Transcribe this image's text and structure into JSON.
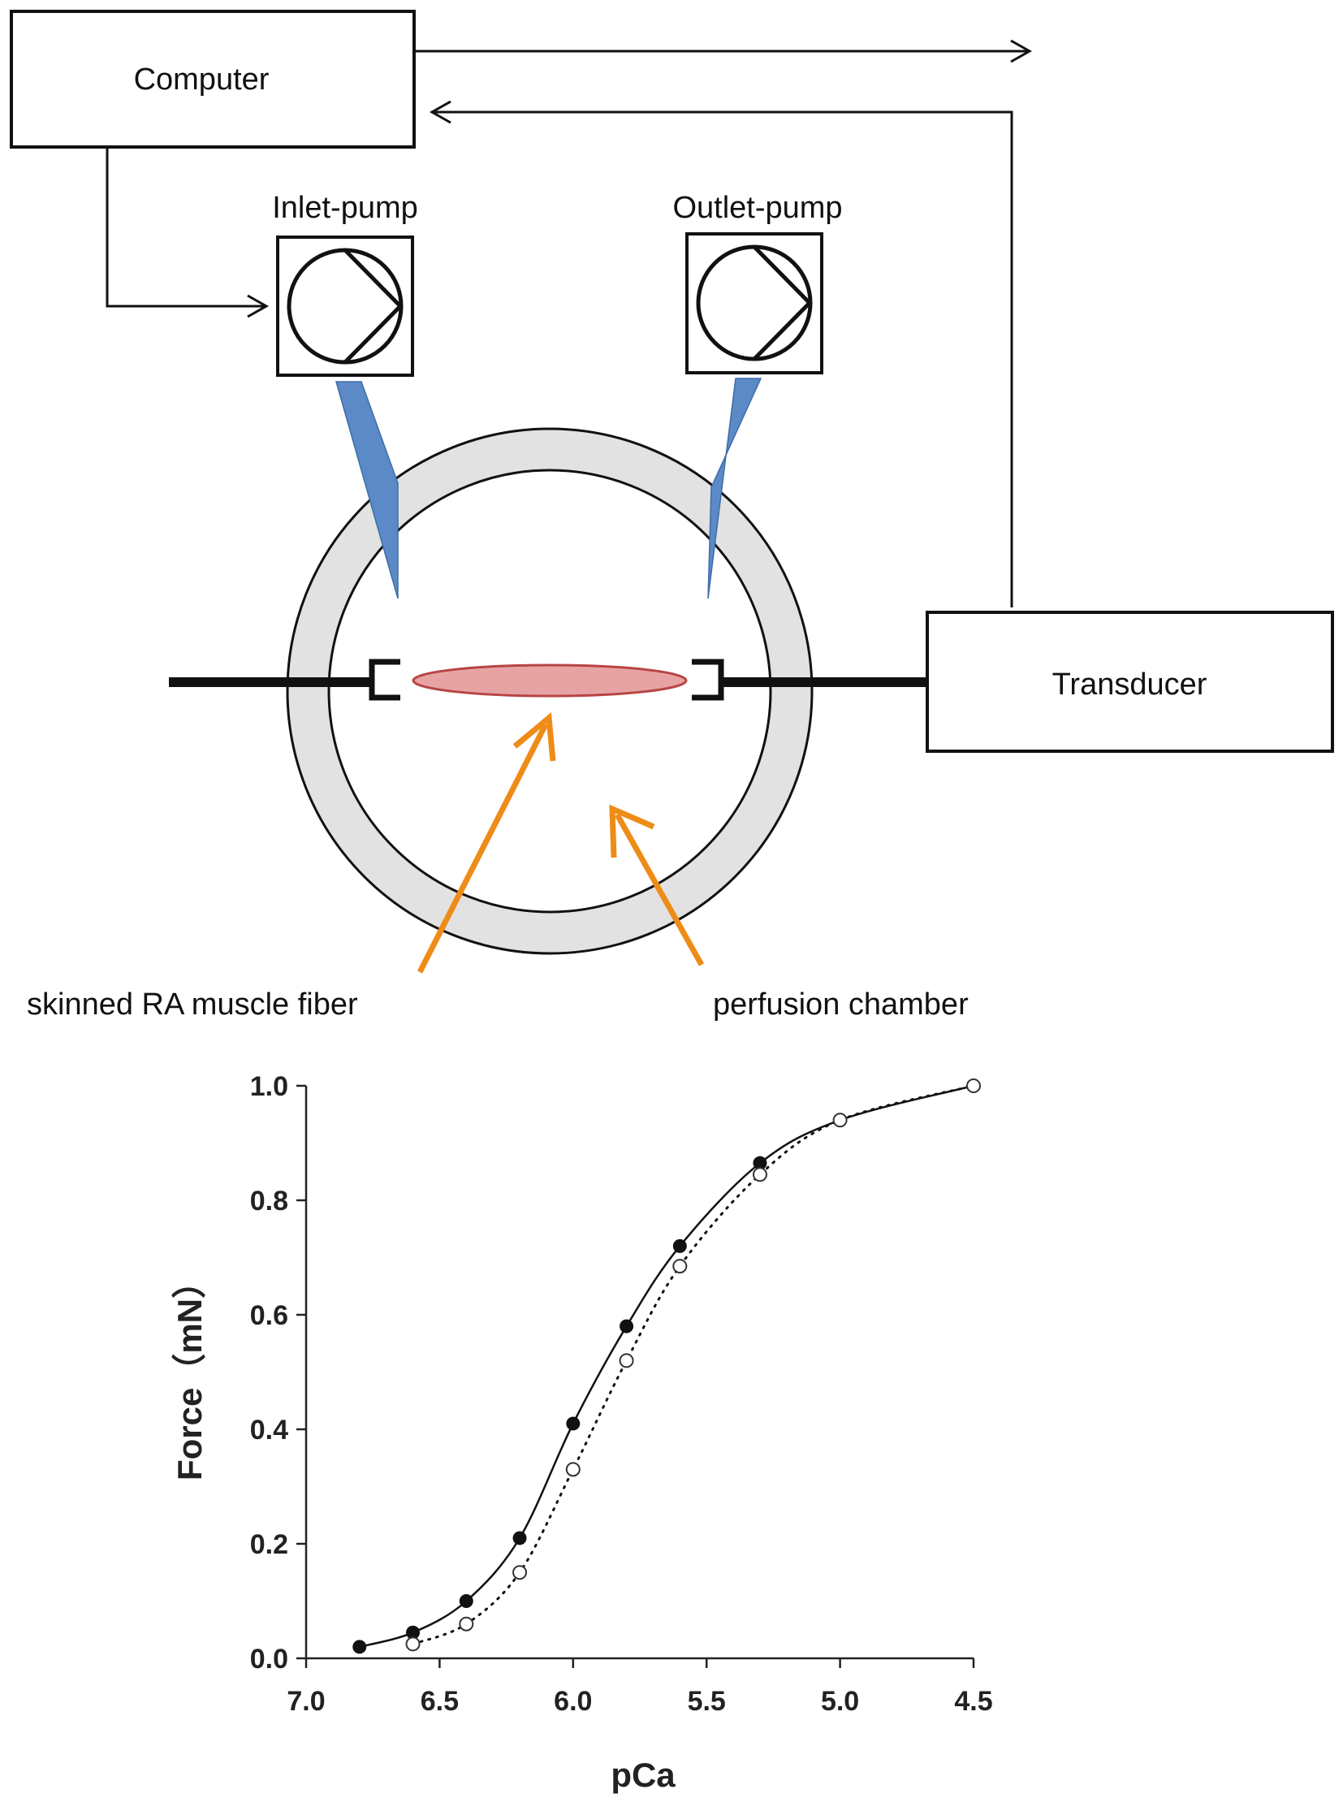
{
  "diagram": {
    "computer_label": "Computer",
    "inlet_pump_label": "Inlet-pump",
    "outlet_pump_label": "Outlet-pump",
    "transducer_label": "Transducer",
    "fiber_label": "skinned RA muscle fiber",
    "chamber_label": "perfusion chamber",
    "colors": {
      "needle": "#5b8ac6",
      "fiber_fill": "#e7a3a3",
      "fiber_stroke": "#b84444",
      "chamber_ring": "#e2e2e2",
      "pointer_arrow": "#ee8c17"
    }
  },
  "chart_data": {
    "type": "scatter",
    "xlabel": "pCa",
    "ylabel": "Force（mN）",
    "xlim": [
      7.0,
      4.5
    ],
    "ylim": [
      0.0,
      1.0
    ],
    "x_reversed": true,
    "x_ticks": [
      "7.0",
      "6.5",
      "6.0",
      "5.5",
      "5.0",
      "4.5"
    ],
    "y_ticks": [
      "0.0",
      "0.2",
      "0.4",
      "0.6",
      "0.8",
      "1.0"
    ],
    "grid": false,
    "series": [
      {
        "marker": "filled-circle",
        "line": "solid",
        "points": [
          {
            "x": 6.8,
            "y": 0.02
          },
          {
            "x": 6.6,
            "y": 0.045
          },
          {
            "x": 6.4,
            "y": 0.1
          },
          {
            "x": 6.2,
            "y": 0.21
          },
          {
            "x": 6.0,
            "y": 0.41
          },
          {
            "x": 5.8,
            "y": 0.58
          },
          {
            "x": 5.6,
            "y": 0.72
          },
          {
            "x": 5.3,
            "y": 0.865
          },
          {
            "x": 5.0,
            "y": 0.94
          },
          {
            "x": 4.5,
            "y": 1.0
          }
        ]
      },
      {
        "marker": "open-circle",
        "line": "dotted",
        "points": [
          {
            "x": 6.6,
            "y": 0.025
          },
          {
            "x": 6.4,
            "y": 0.06
          },
          {
            "x": 6.2,
            "y": 0.15
          },
          {
            "x": 6.0,
            "y": 0.33
          },
          {
            "x": 5.8,
            "y": 0.52
          },
          {
            "x": 5.6,
            "y": 0.685
          },
          {
            "x": 5.3,
            "y": 0.845
          },
          {
            "x": 5.0,
            "y": 0.94
          },
          {
            "x": 4.5,
            "y": 1.0
          }
        ]
      }
    ]
  }
}
